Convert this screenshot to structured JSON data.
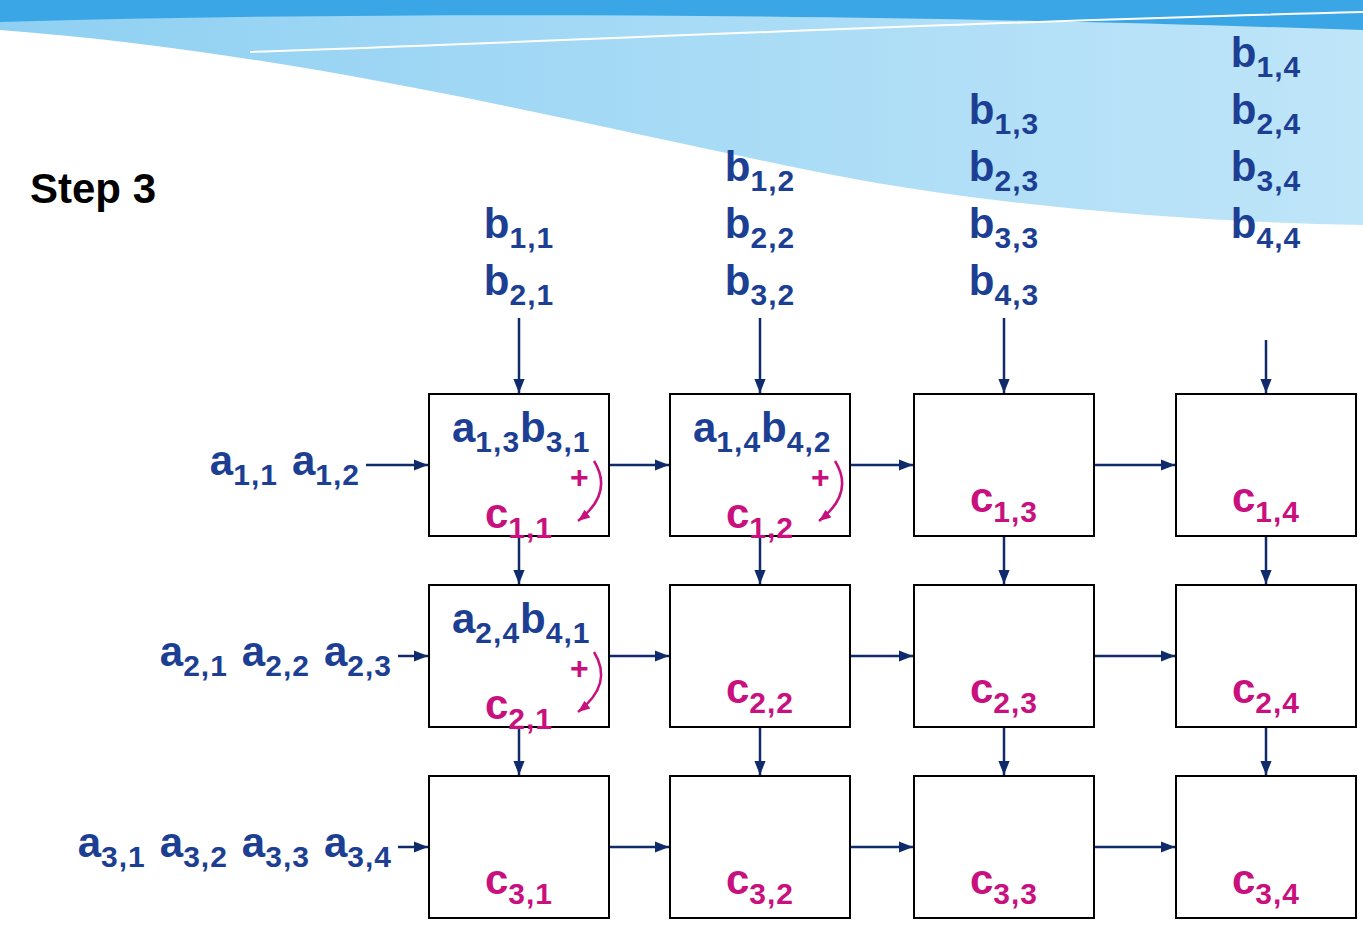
{
  "diagram": {
    "title": "Step 3",
    "nodes": [
      {
        "text": [
          "a1,3b3,1",
          "+",
          "c1,1"
        ]
      },
      {
        "text": [
          "a1,4b4,2",
          "+",
          "c1,2"
        ]
      },
      {
        "text": [
          "c1,3"
        ]
      },
      {
        "text": [
          "c1,4"
        ]
      },
      {
        "text": [
          "a2,4b4,1",
          "+",
          "c2,1"
        ]
      },
      {
        "text": [
          "c2,2"
        ]
      },
      {
        "text": [
          "c2,3"
        ]
      },
      {
        "text": [
          "c2,4"
        ]
      },
      {
        "text": [
          "c3,1"
        ]
      },
      {
        "text": [
          "c3,2"
        ]
      },
      {
        "text": [
          "c3,3"
        ]
      },
      {
        "text": [
          "c3,4"
        ]
      }
    ],
    "edges": [
      {
        "from": 0,
        "to": 1,
        "arrow": "to"
      },
      {
        "from": 1,
        "to": 2,
        "arrow": "to"
      },
      {
        "from": 2,
        "to": 3,
        "arrow": "to"
      },
      {
        "from": 4,
        "to": 5,
        "arrow": "to"
      },
      {
        "from": 5,
        "to": 6,
        "arrow": "to"
      },
      {
        "from": 6,
        "to": 7,
        "arrow": "to"
      },
      {
        "from": 8,
        "to": 9,
        "arrow": "to"
      },
      {
        "from": 9,
        "to": 10,
        "arrow": "to"
      },
      {
        "from": 10,
        "to": 11,
        "arrow": "to"
      },
      {
        "from": 0,
        "to": 4,
        "arrow": "to"
      },
      {
        "from": 1,
        "to": 5,
        "arrow": "to"
      },
      {
        "from": 2,
        "to": 6,
        "arrow": "to"
      },
      {
        "from": 3,
        "to": 7,
        "arrow": "to"
      },
      {
        "from": 4,
        "to": 8,
        "arrow": "to"
      },
      {
        "from": 5,
        "to": 9,
        "arrow": "to"
      },
      {
        "from": 6,
        "to": 10,
        "arrow": "to"
      },
      {
        "from": 7,
        "to": 11,
        "arrow": "to"
      }
    ],
    "labels": [
      "b1,1",
      "b2,1",
      "b1,2",
      "b2,2",
      "b3,2",
      "b1,3",
      "b2,3",
      "b3,3",
      "b4,3",
      "b1,4",
      "b2,4",
      "b3,4",
      "b4,4",
      "a1,1",
      "a1,2",
      "a2,1",
      "a2,2",
      "a2,3",
      "a3,1",
      "a3,2",
      "a3,3",
      "a3,4"
    ]
  }
}
